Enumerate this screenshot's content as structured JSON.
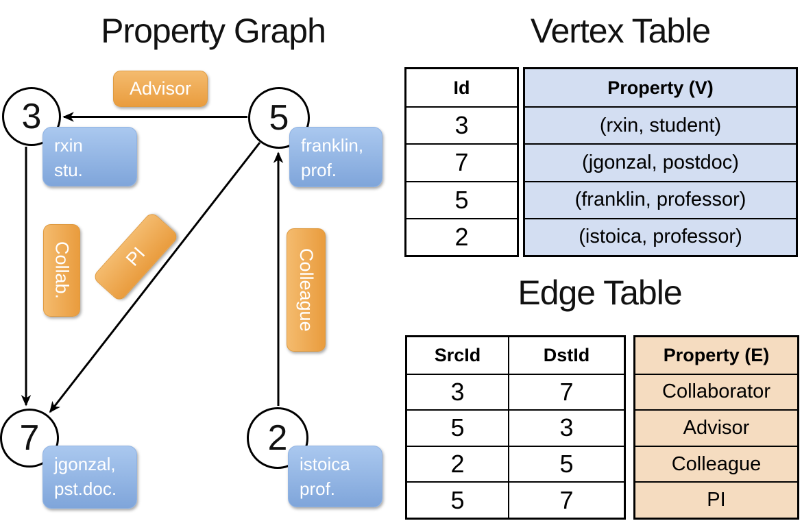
{
  "titles": {
    "graph": "Property Graph",
    "vertex": "Vertex Table",
    "edge": "Edge Table"
  },
  "graph": {
    "nodes": [
      {
        "id": "3",
        "prop_line1": "rxin",
        "prop_line2": "stu."
      },
      {
        "id": "5",
        "prop_line1": "franklin,",
        "prop_line2": "prof."
      },
      {
        "id": "7",
        "prop_line1": "jgonzal,",
        "prop_line2": "pst.doc."
      },
      {
        "id": "2",
        "prop_line1": "istoica",
        "prop_line2": "prof."
      }
    ],
    "edges": [
      {
        "from": "5",
        "to": "3",
        "label": "Advisor"
      },
      {
        "from": "3",
        "to": "7",
        "label": "Collab."
      },
      {
        "from": "5",
        "to": "7",
        "label": "PI"
      },
      {
        "from": "2",
        "to": "5",
        "label": "Colleague"
      }
    ]
  },
  "vertex_table": {
    "headers": [
      "Id",
      "Property (V)"
    ],
    "rows": [
      [
        "3",
        "(rxin, student)"
      ],
      [
        "7",
        "(jgonzal, postdoc)"
      ],
      [
        "5",
        "(franklin, professor)"
      ],
      [
        "2",
        "(istoica, professor)"
      ]
    ]
  },
  "edge_table": {
    "headers": [
      "SrcId",
      "DstId",
      "Property (E)"
    ],
    "rows": [
      [
        "3",
        "7",
        "Collaborator"
      ],
      [
        "5",
        "3",
        "Advisor"
      ],
      [
        "2",
        "5",
        "Colleague"
      ],
      [
        "5",
        "7",
        "PI"
      ]
    ]
  },
  "colors": {
    "vertex_box_blue_top": "#aac8ef",
    "vertex_box_blue_bottom": "#7fa5da",
    "edge_label_orange_top": "#f4bb6e",
    "edge_label_orange_bottom": "#e99c3e",
    "vertex_table_cell_bg": "#d3def2",
    "edge_table_cell_bg": "#f5dcc0",
    "line_color": "#000000"
  }
}
